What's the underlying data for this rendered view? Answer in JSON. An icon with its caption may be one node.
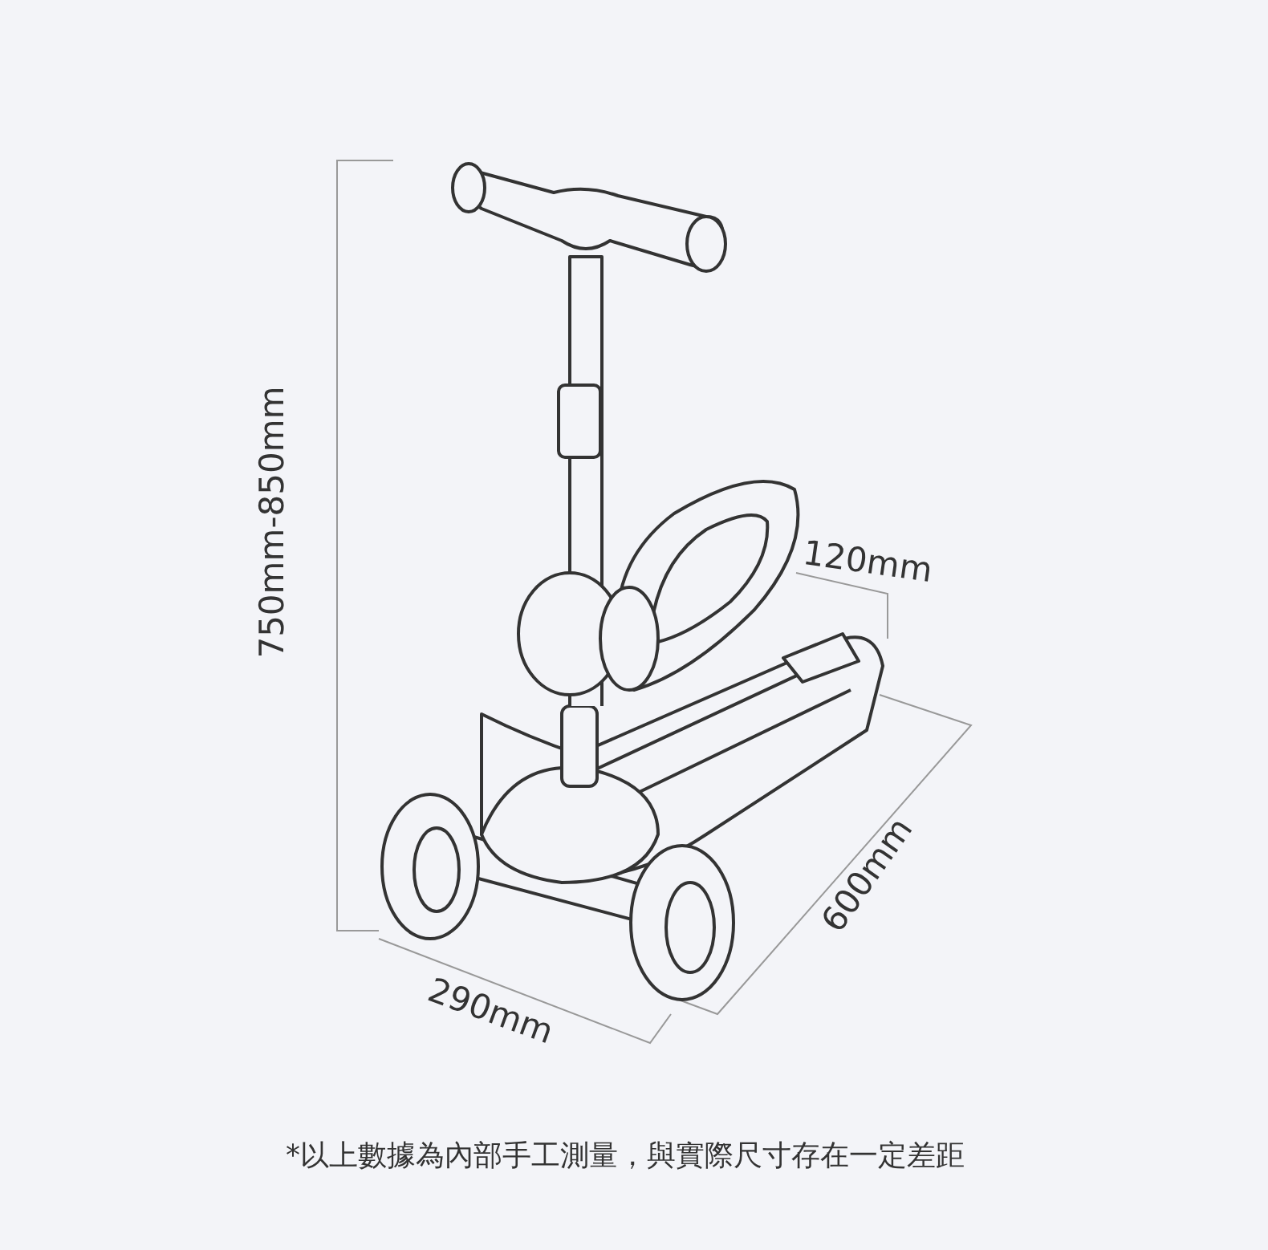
{
  "diagram": {
    "labels": [
      "750mm-850mm",
      "120mm",
      "600mm",
      "290mm",
      "*以上數據為內部手工測量，與實際尺寸存在一定差距"
    ]
  }
}
